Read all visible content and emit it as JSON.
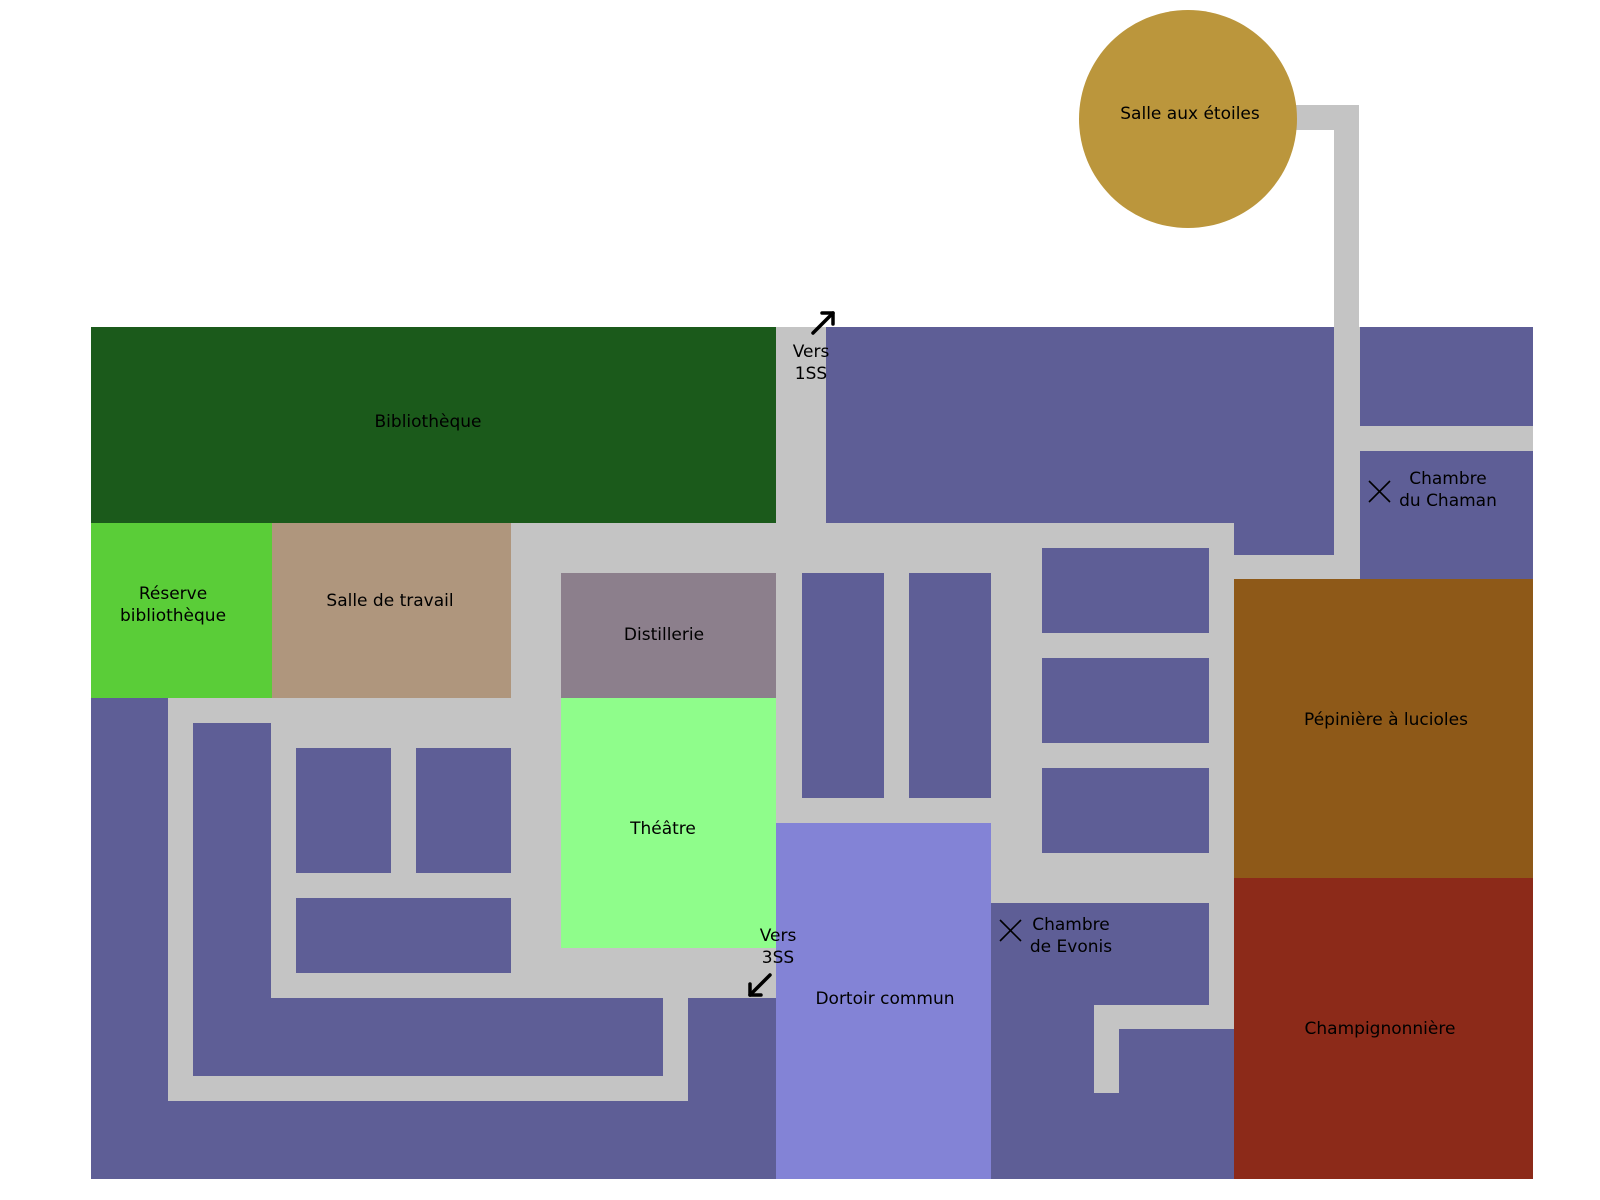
{
  "colors": {
    "background": "#ffffff",
    "corridor": "#c4c4c4",
    "generic_room": "#5e5e96",
    "library": "#1b5a1b",
    "library_reserve": "#5acd38",
    "workroom": "#af967d",
    "distillery": "#8c7f8c",
    "theatre": "#8ffd8b",
    "dormitory": "#8383d6",
    "firefly_nursery": "#8e5918",
    "mushroom_farm": "#8c2a19",
    "star_room": "#bb963c"
  },
  "rooms": {
    "bibliotheque": "Bibliothèque",
    "reserve_line1": "Réserve",
    "reserve_line2": "bibliothèque",
    "salle_travail": "Salle de travail",
    "distillerie": "Distillerie",
    "theatre": "Théâtre",
    "dortoir": "Dortoir commun",
    "pepiniere": "Pépinière à lucioles",
    "champignonniere": "Champignonnière",
    "salle_etoiles": "Salle aux étoiles",
    "chaman_line1": "Chambre",
    "chaman_line2": "du Chaman",
    "evonis_line1": "Chambre",
    "evonis_line2": "de Evonis"
  },
  "exits": {
    "up_line1": "Vers",
    "up_line2": "1SS",
    "down_line1": "Vers",
    "down_line2": "3SS"
  },
  "icons": {
    "stairs_up": "arrow-up-right-icon",
    "stairs_down": "arrow-down-left-icon",
    "bed_marker": "cross-marker-icon"
  }
}
